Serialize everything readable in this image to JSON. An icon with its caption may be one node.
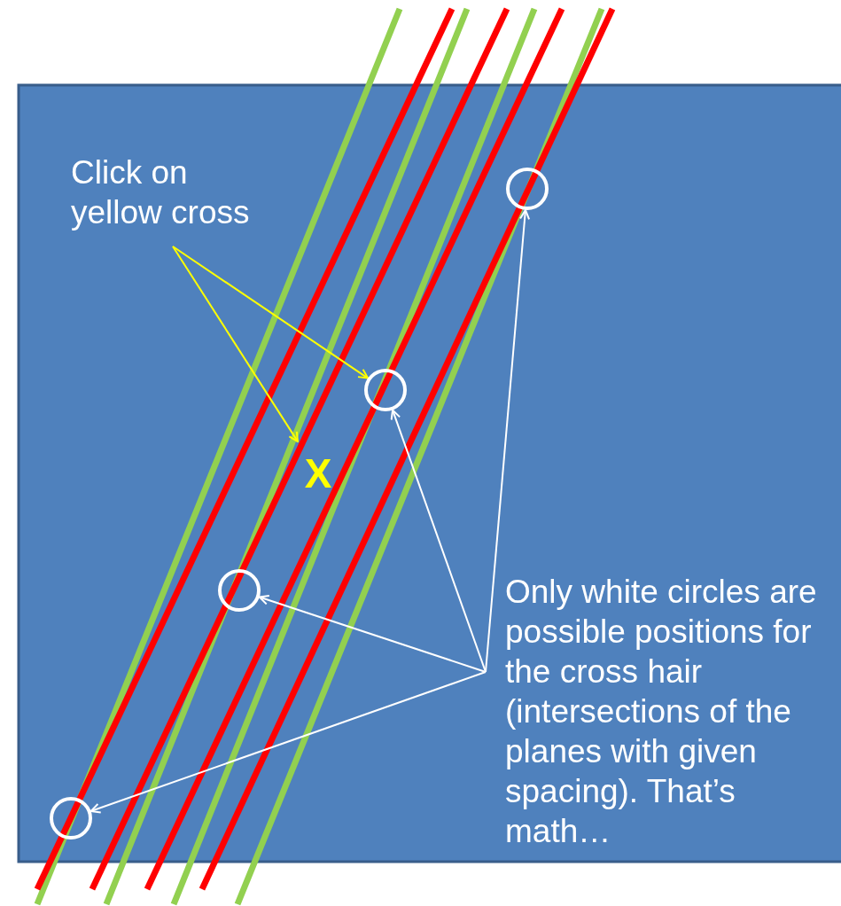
{
  "diagram": {
    "nodes": [
      {
        "text": [
          "Click on yellow cross"
        ]
      },
      {
        "text": [],
        "shape": "circle"
      },
      {
        "text": [],
        "shape": "circle"
      },
      {
        "text": [
          "X"
        ]
      },
      {
        "text": [],
        "shape": "circle"
      },
      {
        "text": [
          "Only white circles are possible positions for the cross hair (intersections of the planes with given spacing). That’s math…"
        ]
      },
      {
        "text": [],
        "shape": "circle"
      }
    ],
    "edges": [
      {
        "from": 0,
        "to": 3,
        "arrow": "to",
        "color": "#ffff00"
      },
      {
        "from": 0,
        "to": 2,
        "arrow": "to",
        "color": "#ffff00"
      },
      {
        "from": 5,
        "to": 1,
        "arrow": "to"
      },
      {
        "from": 5,
        "to": 2,
        "arrow": "to"
      },
      {
        "from": 5,
        "to": 4,
        "arrow": "to"
      },
      {
        "from": 5,
        "to": 6,
        "arrow": "to"
      }
    ]
  }
}
